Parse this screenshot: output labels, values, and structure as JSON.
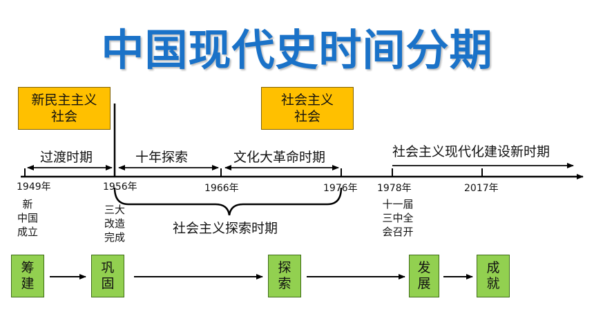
{
  "title": "中国现代史时间分期",
  "society_boxes": [
    {
      "line1": "新民主主义",
      "line2": "社会"
    },
    {
      "line1": "社会主义",
      "line2": "社会"
    }
  ],
  "periods": [
    "过渡时期",
    "十年探索",
    "文化大革命时期",
    "社会主义现代化建设新时期"
  ],
  "years": [
    "1949年",
    "1956年",
    "1966年",
    "1976年",
    "1978年",
    "2017年"
  ],
  "events": [
    {
      "lines": [
        "新",
        "中国",
        "成立"
      ]
    },
    {
      "lines": [
        "三大",
        "改造",
        "完成"
      ]
    },
    {
      "lines": [
        "十一届",
        "三中全",
        "会召开"
      ]
    }
  ],
  "exploration_period": "社会主义探索时期",
  "stages": [
    {
      "line1": "筹",
      "line2": "建"
    },
    {
      "line1": "巩",
      "line2": "固"
    },
    {
      "line1": "探",
      "line2": "索"
    },
    {
      "line1": "发",
      "line2": "展"
    },
    {
      "line1": "成",
      "line2": "就"
    }
  ],
  "colors": {
    "title": "#1a72c8",
    "society_box": "#ffc000",
    "stage_box": "#92d050",
    "line": "#000000"
  }
}
